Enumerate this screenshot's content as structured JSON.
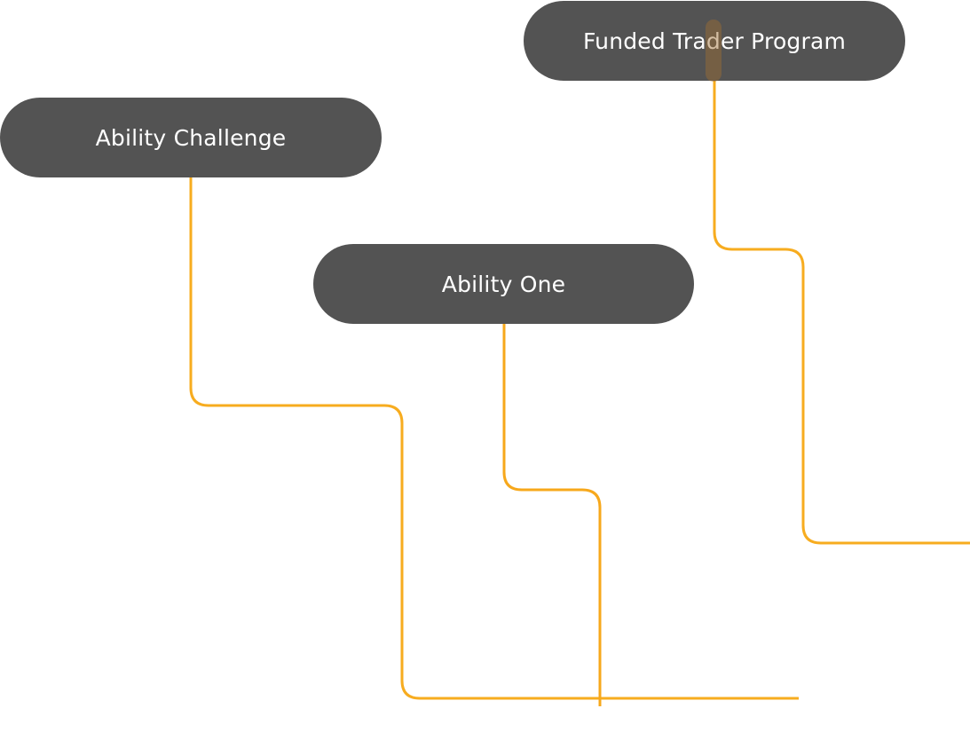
{
  "nodes": [
    {
      "id": "ability-challenge",
      "label": "Ability Challenge"
    },
    {
      "id": "ability-one",
      "label": "Ability One"
    },
    {
      "id": "funded-trader-program",
      "label": "Funded Trader Program"
    }
  ],
  "colors": {
    "node_fill": "#535353",
    "node_text": "#ffffff",
    "connector": "#f7a81b"
  }
}
